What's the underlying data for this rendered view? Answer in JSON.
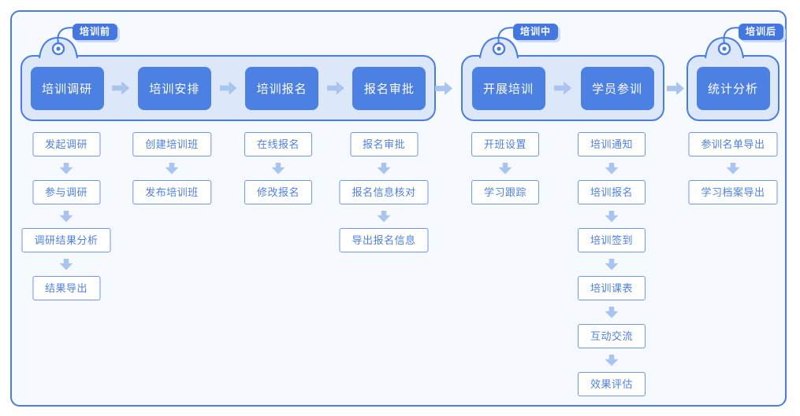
{
  "colors": {
    "accent": "#4a7ce2",
    "node_fill": "#4d80e3",
    "group_bg": "#dce8fa",
    "panel_bg": "#f6f9fe",
    "arrow": "#a9c4f1",
    "sub_border": "#6d97ea",
    "sub_text": "#4f80e4",
    "tag_bg": "#4478e0",
    "tag_shadow": "#ccdcf8",
    "grommet_fill": "#ffffff"
  },
  "phases": [
    {
      "tag": "培训前",
      "steps": [
        {
          "label": "培训调研",
          "subs": [
            "发起调研",
            "参与调研",
            "调研结果分析",
            "结果导出"
          ]
        },
        {
          "label": "培训安排",
          "subs": [
            "创建培训班",
            "发布培训班"
          ]
        },
        {
          "label": "培训报名",
          "subs": [
            "在线报名",
            "修改报名"
          ]
        },
        {
          "label": "报名审批",
          "subs": [
            "报名审批",
            "报名信息核对",
            "导出报名信息"
          ]
        }
      ]
    },
    {
      "tag": "培训中",
      "steps": [
        {
          "label": "开展培训",
          "subs": [
            "开班设置",
            "学习跟踪"
          ]
        },
        {
          "label": "学员参训",
          "subs": [
            "培训通知",
            "培训报名",
            "培训签到",
            "培训课表",
            "互动交流",
            "效果评估"
          ]
        }
      ]
    },
    {
      "tag": "培训后",
      "steps": [
        {
          "label": "统计分析",
          "subs": [
            "参训名单导出",
            "学习档案导出"
          ]
        }
      ]
    }
  ]
}
